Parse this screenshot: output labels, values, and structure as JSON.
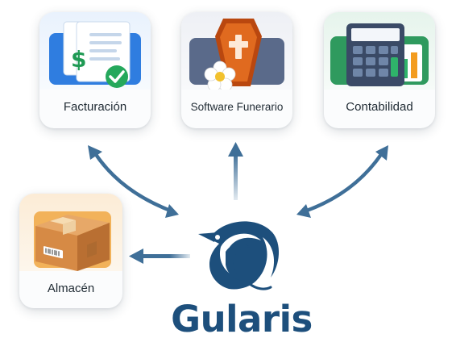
{
  "modules": {
    "facturacion": {
      "label": "Facturación",
      "icon": "invoice-dollar-icon",
      "accent": "#2f7de0"
    },
    "funerario": {
      "label": "Software Funerario",
      "icon": "coffin-cross-icon",
      "accent": "#d9631c"
    },
    "contabilidad": {
      "label": "Contabilidad",
      "icon": "calculator-icon",
      "accent": "#2f9a5e"
    },
    "almacen": {
      "label": "Almacén",
      "icon": "package-box-icon",
      "accent": "#e39a3a"
    }
  },
  "brand": {
    "name": "Gularis",
    "logo": "bird-logo",
    "color": "#1d4f7c"
  },
  "arrow_color": "#3f6f98"
}
